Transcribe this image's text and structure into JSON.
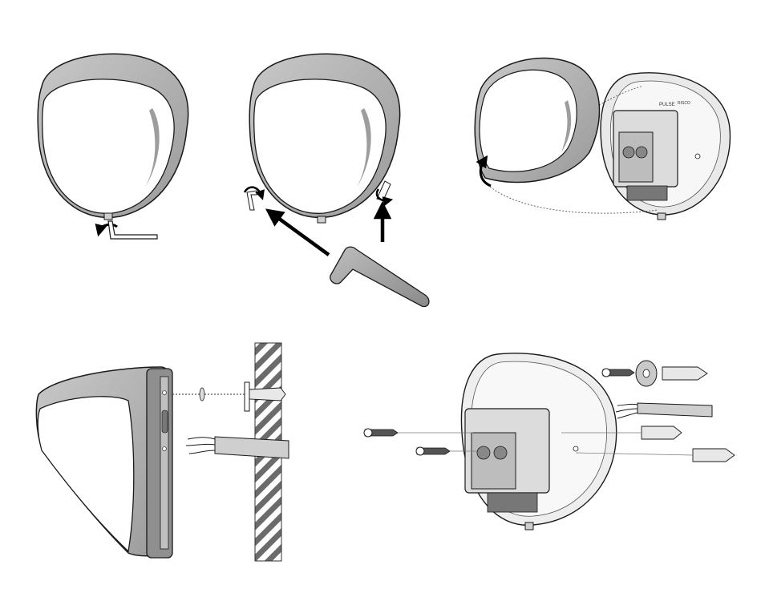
{
  "figure": {
    "steps": [
      {
        "id": "loosen-bottom-screw",
        "tool": "hex-key-icon",
        "action": "rotate-counterclockwise"
      },
      {
        "id": "release-side-latches",
        "tool": "hex-key-icon",
        "action": "rotate-and-push"
      },
      {
        "id": "lift-cover-off",
        "action": "tilt-up"
      },
      {
        "id": "side-view-wall-mount",
        "parts": [
          "washer-icon",
          "wall-plug-icon",
          "cable-icon"
        ]
      },
      {
        "id": "exploded-base-mount",
        "parts": [
          "screw-icon",
          "washer-icon",
          "wall-plug-icon",
          "cable-icon"
        ]
      }
    ],
    "colors": {
      "cover": "#b9b9b9",
      "cover_dark": "#8f8f8f",
      "lens": "#ffffff",
      "outline": "#1a1a1a",
      "arrow": "#000000",
      "tool": "#a8a8a8",
      "wall_hatch": "#555555"
    },
    "labels": {
      "base_top_marking": "PULSE",
      "base_brand_plate": "RISCO"
    }
  }
}
